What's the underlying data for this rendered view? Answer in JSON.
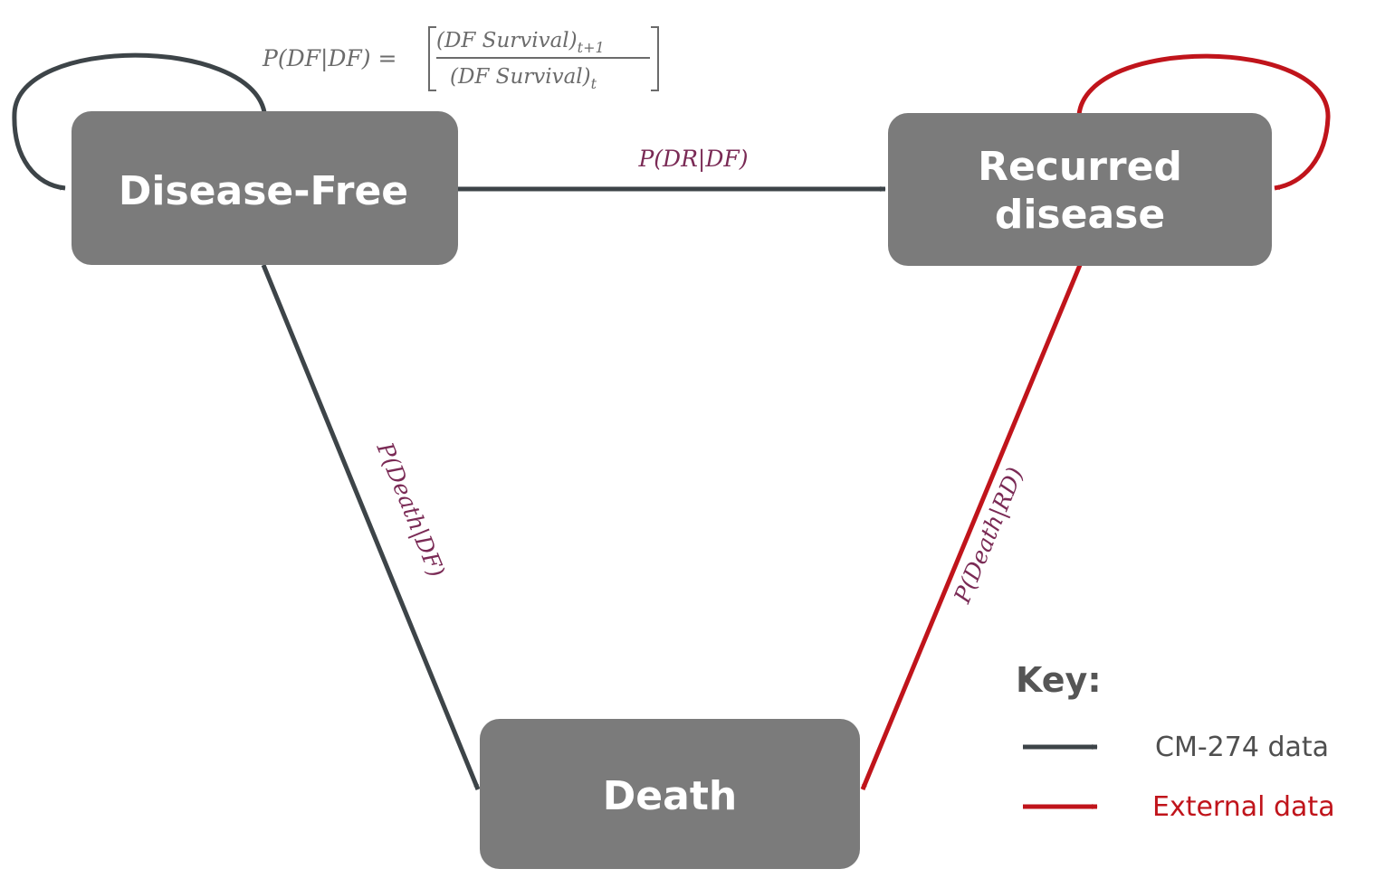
{
  "nodes": {
    "disease_free": "Disease-Free",
    "recurred_line1": "Recurred",
    "recurred_line2": "disease",
    "death": "Death"
  },
  "edges": {
    "df_to_dr": "P(DR|DF)",
    "df_to_death": "P(Death|DF)",
    "rd_to_death": "P(Death|RD)"
  },
  "formula": {
    "lhs": "P(DF|DF) =",
    "numerator_base": "(DF Survival)",
    "numerator_sub": "t+1",
    "denominator_base": "(DF Survival)",
    "denominator_sub": "t"
  },
  "key": {
    "title": "Key:",
    "cm274": "CM-274 data",
    "external": "External data"
  },
  "colors": {
    "node_fill": "#7b7b7b",
    "cm274_arrow": "#3d4448",
    "external_arrow": "#c0141b",
    "edge_label": "#7a2a55",
    "key_title": "#555555",
    "key_cm274_text": "#4f4f4f",
    "key_external_text": "#c0141b"
  }
}
